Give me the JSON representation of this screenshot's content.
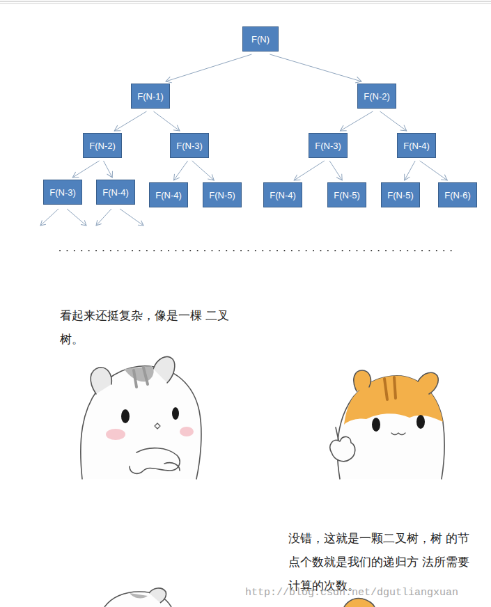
{
  "diagram": {
    "nodes": [
      {
        "text": [
          "F(N)"
        ]
      },
      {
        "text": [
          "F(N-1)"
        ]
      },
      {
        "text": [
          "F(N-2)"
        ]
      },
      {
        "text": [
          "F(N-2)"
        ]
      },
      {
        "text": [
          "F(N-3)"
        ]
      },
      {
        "text": [
          "F(N-3)"
        ]
      },
      {
        "text": [
          "F(N-4)"
        ]
      },
      {
        "text": [
          "F(N-3)"
        ]
      },
      {
        "text": [
          "F(N-4)"
        ]
      },
      {
        "text": [
          "F(N-4)"
        ]
      },
      {
        "text": [
          "F(N-5)"
        ]
      },
      {
        "text": [
          "F(N-4)"
        ]
      },
      {
        "text": [
          "F(N-5)"
        ]
      },
      {
        "text": [
          "F(N-5)"
        ]
      },
      {
        "text": [
          "F(N-6)"
        ]
      }
    ],
    "edges": [
      {
        "from": 0,
        "to": 1,
        "arrow": "to"
      },
      {
        "from": 0,
        "to": 2,
        "arrow": "to"
      },
      {
        "from": 1,
        "to": 3,
        "arrow": "to"
      },
      {
        "from": 1,
        "to": 4,
        "arrow": "to"
      },
      {
        "from": 2,
        "to": 5,
        "arrow": "to"
      },
      {
        "from": 2,
        "to": 6,
        "arrow": "to"
      },
      {
        "from": 3,
        "to": 7,
        "arrow": "to"
      },
      {
        "from": 3,
        "to": 8,
        "arrow": "to"
      },
      {
        "from": 4,
        "to": 9,
        "arrow": "to"
      },
      {
        "from": 4,
        "to": 10,
        "arrow": "to"
      },
      {
        "from": 5,
        "to": 11,
        "arrow": "to"
      },
      {
        "from": 5,
        "to": 12,
        "arrow": "to"
      },
      {
        "from": 6,
        "to": 13,
        "arrow": "to"
      },
      {
        "from": 6,
        "to": 14,
        "arrow": "to"
      }
    ],
    "labels": [
      "看起来还挺复杂，像是一棵 二叉树。",
      "没错，这就是一颗二叉树，树 的节点个数就是我们的递归方 法所需要计算的次数。",
      "http://blog.csdn.net/dgutliangxuan"
    ]
  }
}
